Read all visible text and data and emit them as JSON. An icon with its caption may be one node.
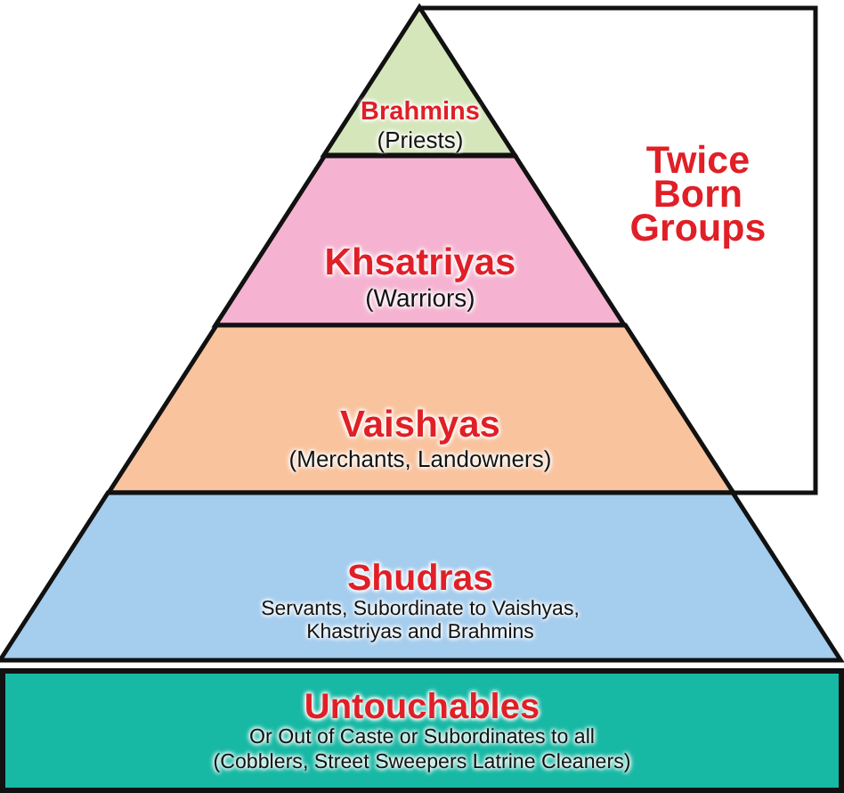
{
  "diagram": {
    "nodes": [
      {
        "text": [
          "Brahmins",
          "(Priests)"
        ]
      },
      {
        "text": [
          "Khsatriyas",
          "(Warriors)"
        ]
      },
      {
        "text": [
          "Vaishyas",
          "(Merchants, Landowners)"
        ]
      },
      {
        "text": [
          "Shudras",
          "Servants, Subordinate to Vaishyas, Khastriyas and Brahmins"
        ]
      },
      {
        "text": [
          "Untouchables",
          "Or Out of Caste or Subordinates to all",
          "(Cobblers, Street Sweepers Latrine Cleaners)"
        ]
      },
      {
        "text": [
          "Twice Born Groups"
        ]
      }
    ]
  }
}
